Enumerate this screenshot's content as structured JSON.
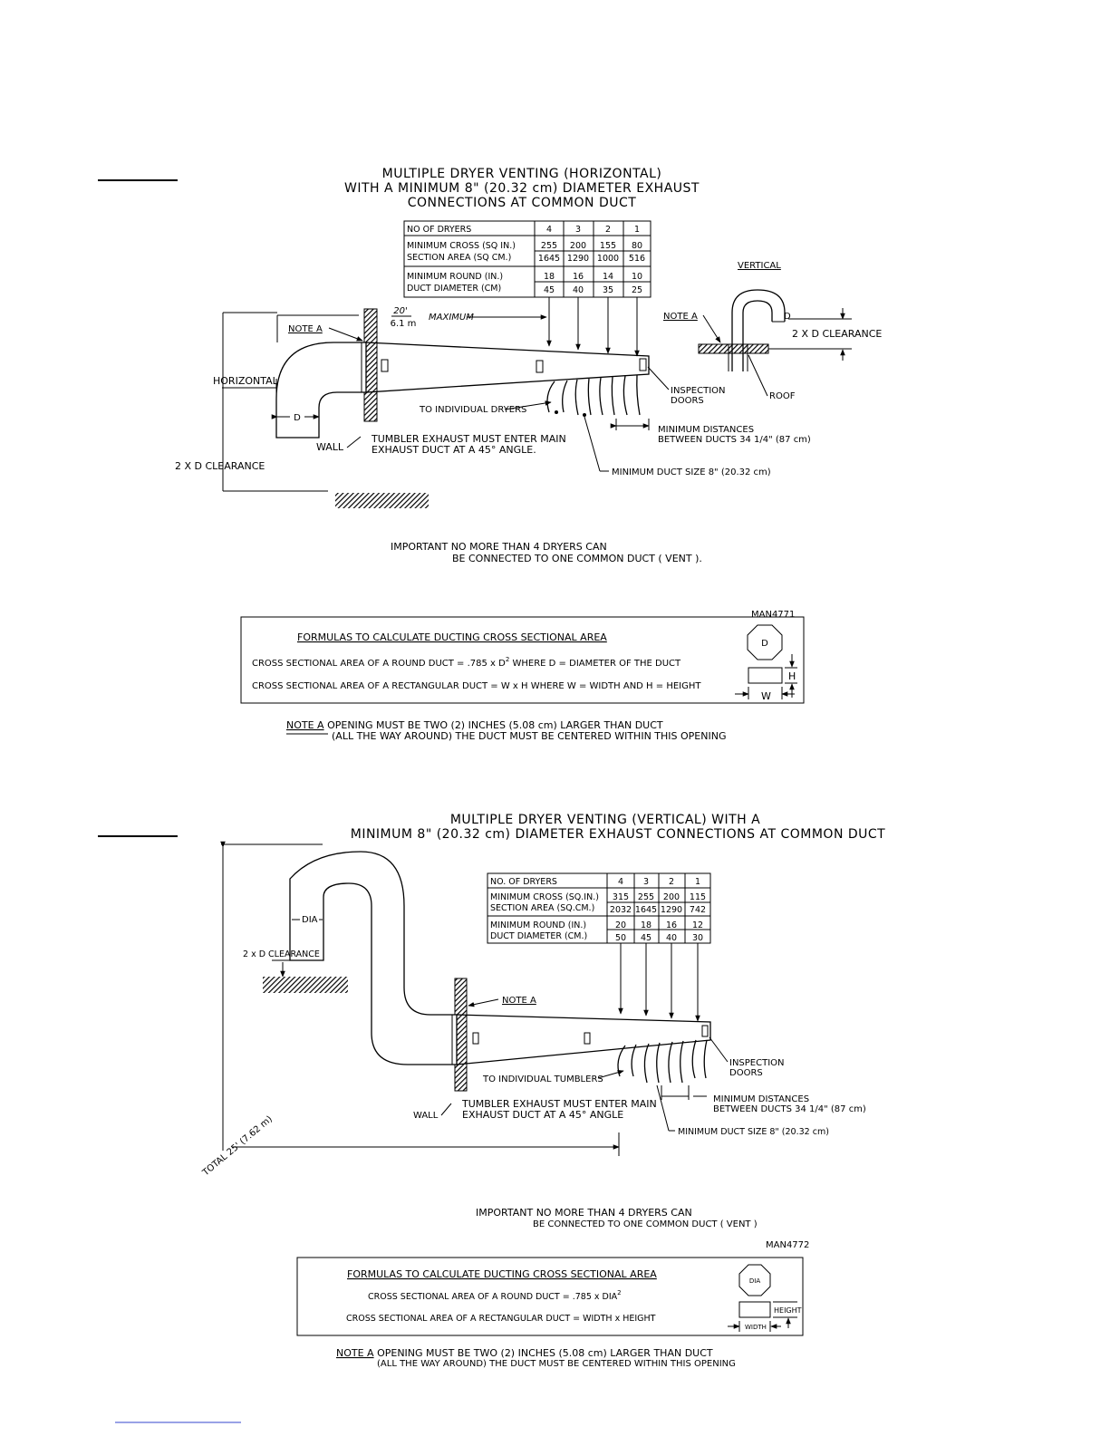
{
  "diagram1": {
    "title_lines": [
      "MULTIPLE DRYER VENTING (HORIZONTAL)",
      "WITH A MINIMUM 8\" (20.32 cm) DIAMETER EXHAUST",
      "CONNECTIONS AT COMMON DUCT"
    ],
    "table": {
      "header": [
        "NO OF DRYERS",
        "4",
        "3",
        "2",
        "1"
      ],
      "rows": [
        {
          "labels": [
            "MINIMUM CROSS (SQ IN.)",
            "SECTION AREA (SQ CM.)"
          ],
          "top": [
            "255",
            "200",
            "155",
            "80"
          ],
          "bottom": [
            "1645",
            "1290",
            "1000",
            "516"
          ]
        },
        {
          "labels": [
            "MINIMUM ROUND (IN.)",
            "DUCT DIAMETER (CM)"
          ],
          "top": [
            "18",
            "16",
            "14",
            "10"
          ],
          "bottom": [
            "45",
            "40",
            "35",
            "25"
          ]
        }
      ]
    },
    "labels": {
      "vertical": "VERTICAL",
      "note_a_left": "NOTE A",
      "note_a_right": "NOTE A",
      "distance_top": "20'",
      "distance_bottom": "6.1 m",
      "maximum": "MAXIMUM",
      "horizontal": "HORIZONTAL",
      "d": "D",
      "d_vertical": "D",
      "to_individual": "TO INDIVIDUAL DRYERS",
      "inspection_doors": [
        "INSPECTION",
        "DOORS"
      ],
      "roof": "ROOF",
      "clearance_right": "2 X D CLEARANCE",
      "clearance_left": "2 X D CLEARANCE",
      "wall": "WALL",
      "tumbler_exhaust": [
        "TUMBLER EXHAUST MUST ENTER MAIN",
        "EXHAUST DUCT AT A 45° ANGLE."
      ],
      "min_distances": [
        "MINIMUM DISTANCES",
        "BETWEEN DUCTS 34 1/4\" (87 cm)"
      ],
      "min_duct_size": "MINIMUM DUCT SIZE 8\" (20.32 cm)",
      "important": [
        "IMPORTANT  NO MORE THAN 4 DRYERS CAN",
        "BE CONNECTED TO ONE COMMON DUCT ( VENT )."
      ],
      "code": "MAN4771"
    },
    "formula_box": {
      "title": "FORMULAS TO CALCULATE DUCTING CROSS SECTIONAL AREA",
      "round": "CROSS SECTIONAL AREA OF A ROUND DUCT = .785 x D",
      "round_sup": "2",
      "round_tail": " WHERE D = DIAMETER OF THE DUCT",
      "rect": "CROSS SECTIONAL AREA OF A RECTANGULAR DUCT = W x H WHERE W = WIDTH AND H = HEIGHT",
      "d": "D",
      "w": "W",
      "h": "H"
    },
    "note": [
      "NOTE A",
      " OPENING MUST BE TWO (2) INCHES (5.08 cm) LARGER THAN DUCT",
      "(ALL THE WAY AROUND) THE DUCT MUST BE CENTERED WITHIN THIS OPENING"
    ]
  },
  "diagram2": {
    "title_lines": [
      "MULTIPLE DRYER VENTING (VERTICAL) WITH A",
      "MINIMUM 8\" (20.32 cm) DIAMETER EXHAUST CONNECTIONS AT COMMON DUCT"
    ],
    "table": {
      "header": [
        "NO. OF DRYERS",
        "4",
        "3",
        "2",
        "1"
      ],
      "rows": [
        {
          "labels": [
            "MINIMUM CROSS (SQ.IN.)",
            "SECTION AREA (SQ.CM.)"
          ],
          "top": [
            "315",
            "255",
            "200",
            "115"
          ],
          "bottom": [
            "2032",
            "1645",
            "1290",
            "742"
          ]
        },
        {
          "labels": [
            "MINIMUM ROUND (IN.)",
            "DUCT DIAMETER (CM.)"
          ],
          "top": [
            "20",
            "18",
            "16",
            "12"
          ],
          "bottom": [
            "50",
            "45",
            "40",
            "30"
          ]
        }
      ]
    },
    "labels": {
      "dia": "DIA",
      "clearance": "2 x D CLEARANCE",
      "note_a": "NOTE A",
      "to_individual": "TO INDIVIDUAL TUMBLERS",
      "inspection_doors": [
        "INSPECTION",
        "DOORS"
      ],
      "wall": "WALL",
      "tumbler_exhaust": [
        "TUMBLER EXHAUST MUST ENTER MAIN",
        "EXHAUST DUCT AT A 45° ANGLE"
      ],
      "min_distances": [
        "MINIMUM DISTANCES",
        "BETWEEN DUCTS 34 1/4\" (87 cm)"
      ],
      "min_duct_size": "MINIMUM DUCT SIZE 8\" (20.32 cm)",
      "total": "TOTAL 25' (7.62 m)",
      "important": [
        "IMPORTANT  NO MORE THAN 4 DRYERS CAN",
        "BE CONNECTED TO ONE COMMON DUCT ( VENT )"
      ],
      "code": "MAN4772"
    },
    "formula_box": {
      "title": "FORMULAS TO CALCULATE DUCTING CROSS SECTIONAL AREA",
      "round": "CROSS SECTIONAL AREA OF A ROUND DUCT = .785 x DIA",
      "round_sup": "2",
      "rect": "CROSS SECTIONAL AREA OF A RECTANGULAR DUCT = WIDTH x HEIGHT",
      "dia": "DIA",
      "width": "WIDTH",
      "height": "HEIGHT"
    },
    "note": [
      "NOTE A",
      " OPENING MUST BE TWO (2) INCHES (5.08 cm) LARGER THAN DUCT",
      "(ALL THE WAY AROUND)  THE DUCT MUST BE CENTERED WITHIN THIS OPENING"
    ]
  }
}
